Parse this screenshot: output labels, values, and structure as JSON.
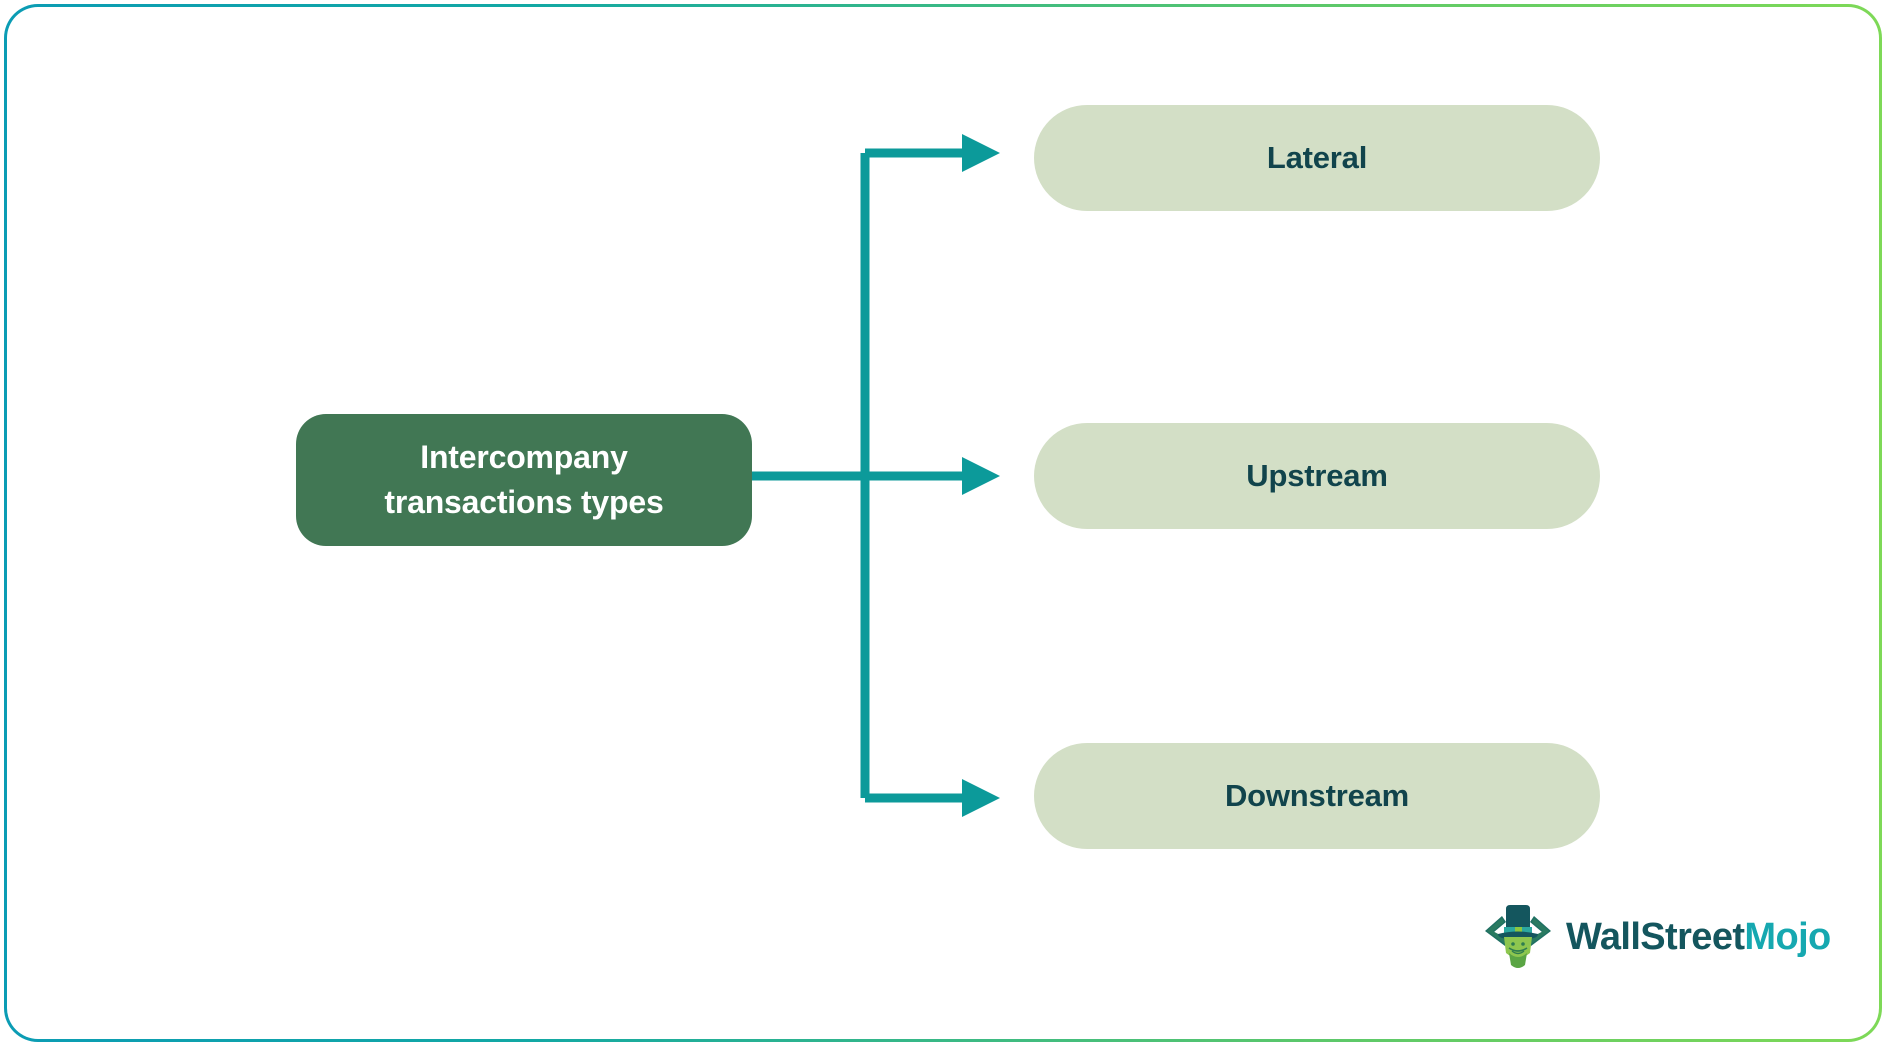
{
  "diagram": {
    "type": "tree",
    "root": {
      "label": "Intercompany transactions types",
      "line1": "Intercompany",
      "line2": "transactions types",
      "bg_color": "#417754",
      "text_color": "#ffffff"
    },
    "branches": [
      {
        "label": "Lateral",
        "bg_color": "#d3dfc6",
        "text_color": "#11444c"
      },
      {
        "label": "Upstream",
        "bg_color": "#d3dfc6",
        "text_color": "#11444c"
      },
      {
        "label": "Downstream",
        "bg_color": "#d3dfc6",
        "text_color": "#11444c"
      }
    ],
    "connector_color": "#0c9a9a"
  },
  "frame": {
    "border_gradient_start": "#0b9cb4",
    "border_gradient_end": "#7ed957",
    "background": "#ffffff"
  },
  "logo": {
    "brand_part_1": "WallStreet",
    "brand_part_2": "Mojo",
    "mark_name": "bull-mascot-icon",
    "color_part_1": "#14565e",
    "color_part_2": "#16a8b0"
  }
}
